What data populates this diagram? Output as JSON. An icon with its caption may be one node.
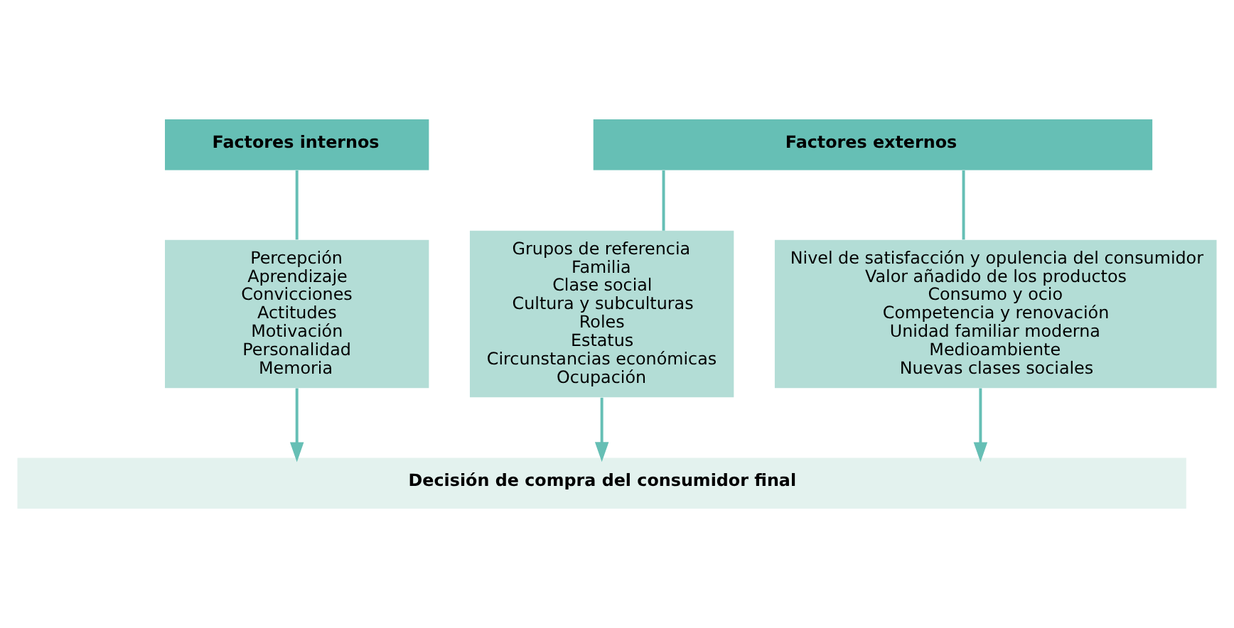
{
  "diagram": {
    "nodes": [
      {
        "text": [
          "Factores internos"
        ]
      },
      {
        "text": [
          "Factores externos"
        ]
      },
      {
        "text": [
          "Percepción",
          "Aprendizaje",
          "Convicciones",
          "Actitudes",
          "Motivación",
          "Personalidad",
          "Memoria"
        ]
      },
      {
        "text": [
          "Grupos de referencia",
          "Familia",
          "Clase social",
          "Cultura y subculturas",
          "Roles",
          "Estatus",
          "Circunstancias económicas",
          "Ocupación"
        ]
      },
      {
        "text": [
          "Nivel de satisfacción y opulencia del consumidor",
          "Valor añadido de los productos",
          "Consumo y ocio",
          "Competencia y renovación",
          "Unidad familiar moderna",
          "Medioambiente",
          "Nuevas clases sociales"
        ]
      },
      {
        "text": [
          "Decisión de compra del consumidor final"
        ]
      }
    ],
    "edges": [
      {
        "from": 0,
        "to": 2,
        "arrow": "none"
      },
      {
        "from": 1,
        "to": 3,
        "arrow": "none"
      },
      {
        "from": 1,
        "to": 4,
        "arrow": "none"
      },
      {
        "from": 2,
        "to": 5,
        "arrow": "to"
      },
      {
        "from": 3,
        "to": 5,
        "arrow": "to"
      },
      {
        "from": 4,
        "to": 5,
        "arrow": "to"
      }
    ]
  }
}
